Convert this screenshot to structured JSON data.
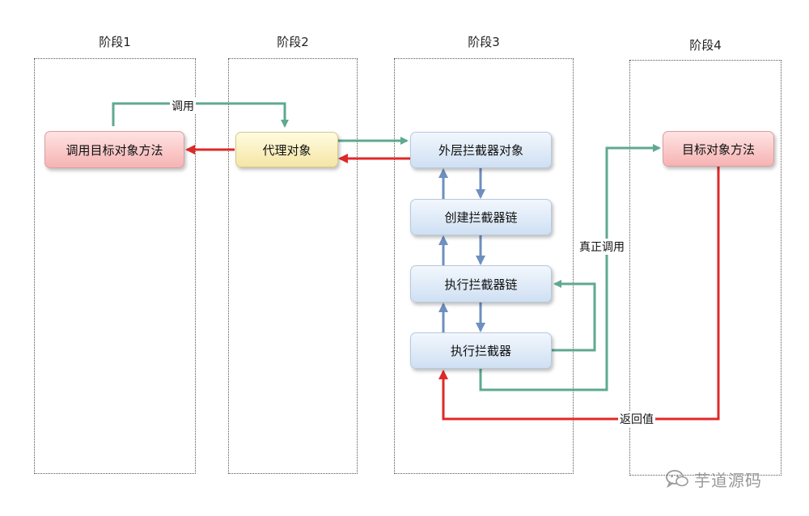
{
  "stages": [
    {
      "id": "stage1",
      "title": "阶段1"
    },
    {
      "id": "stage2",
      "title": "阶段2"
    },
    {
      "id": "stage3",
      "title": "阶段3"
    },
    {
      "id": "stage4",
      "title": "阶段4"
    }
  ],
  "nodes": {
    "call_target_method": "调用目标对象方法",
    "proxy_object": "代理对象",
    "outer_interceptor_object": "外层拦截器对象",
    "create_interceptor_chain": "创建拦截器链",
    "execute_interceptor_chain": "执行拦截器链",
    "execute_interceptor": "执行拦截器",
    "target_method": "目标对象方法"
  },
  "edge_labels": {
    "invoke": "调用",
    "real_invoke": "真正调用",
    "return_value": "返回值"
  },
  "watermark": {
    "text": "芋道源码",
    "icon": "wechat-icon"
  },
  "colors": {
    "call_arrow": "#5fa891",
    "return_arrow": "#e02828",
    "chain_arrow": "#6e8fbf"
  }
}
